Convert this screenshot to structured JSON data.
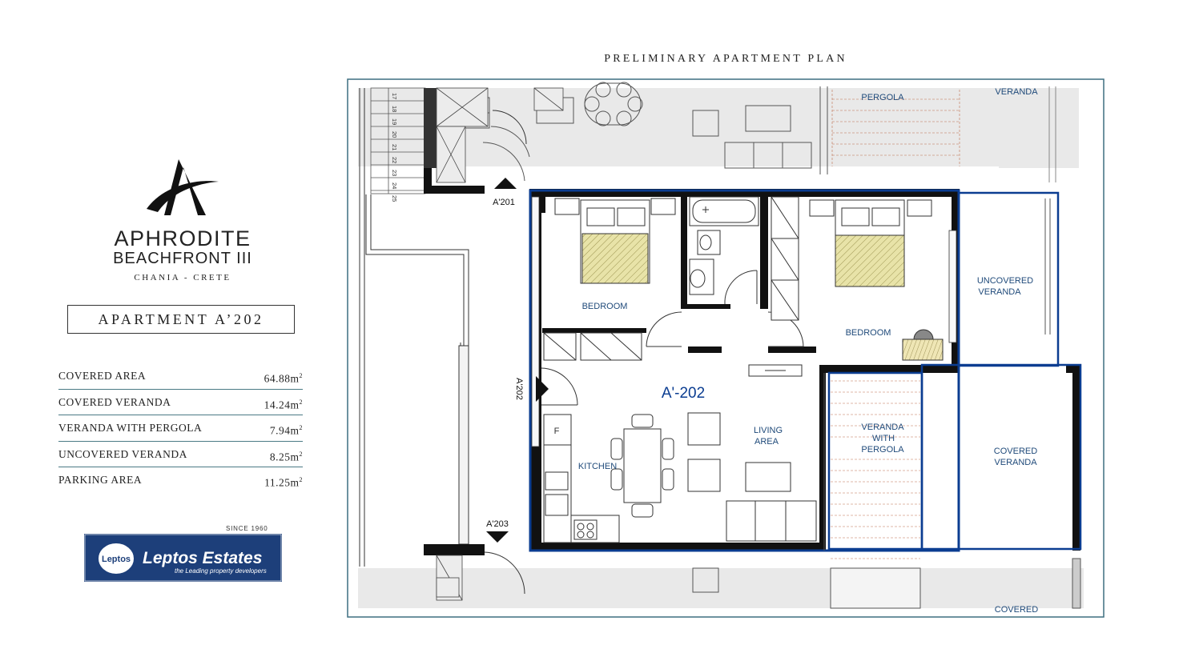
{
  "header": {
    "title": "PRELIMINARY APARTMENT PLAN"
  },
  "brand": {
    "monogram": "A",
    "name": "APHRODITE",
    "subtitle": "BEACHFRONT III",
    "location": "CHANIA - CRETE"
  },
  "apartment": {
    "label": "APARTMENT A’202"
  },
  "areas": [
    {
      "label": "COVERED AREA",
      "value": "64.88m",
      "unit_sup": "2"
    },
    {
      "label": "COVERED VERANDA",
      "value": "14.24m",
      "unit_sup": "2"
    },
    {
      "label": "VERANDA WITH PERGOLA",
      "value": "7.94m",
      "unit_sup": "2"
    },
    {
      "label": "UNCOVERED VERANDA",
      "value": "8.25m",
      "unit_sup": "2"
    },
    {
      "label": "PARKING AREA",
      "value": "11.25m",
      "unit_sup": "2"
    }
  ],
  "company": {
    "since": "SINCE 1960",
    "badge": "Leptos",
    "name": "Leptos Estates",
    "tagline": "the Leading property developers"
  },
  "plan": {
    "unit_label": "A'-202",
    "rooms": {
      "bedroom1": "BEDROOM",
      "bedroom2": "BEDROOM",
      "living_line1": "LIVING",
      "living_line2": "AREA",
      "kitchen": "KITCHEN",
      "uncovered_line1": "UNCOVERED",
      "uncovered_line2": "VERANDA",
      "pergola_line1": "VERANDA",
      "pergola_line2": "WITH",
      "pergola_line3": "PERGOLA",
      "covered_line1": "COVERED",
      "covered_line2": "VERANDA",
      "top_pergola": "PERGOLA",
      "top_veranda": "VERANDA",
      "bottom_covered": "COVERED"
    },
    "markers": {
      "a201": "A'201",
      "a202": "A'202",
      "a203": "A'203",
      "fridge": "F"
    },
    "stair_numbers": [
      "17",
      "18",
      "19",
      "20",
      "21",
      "22",
      "23",
      "24",
      "25"
    ]
  },
  "colors": {
    "highlight": "#0b3d91",
    "bed": "#e8e3a8",
    "neighbor": "#e9e9e9",
    "frame": "#3d6f80"
  }
}
